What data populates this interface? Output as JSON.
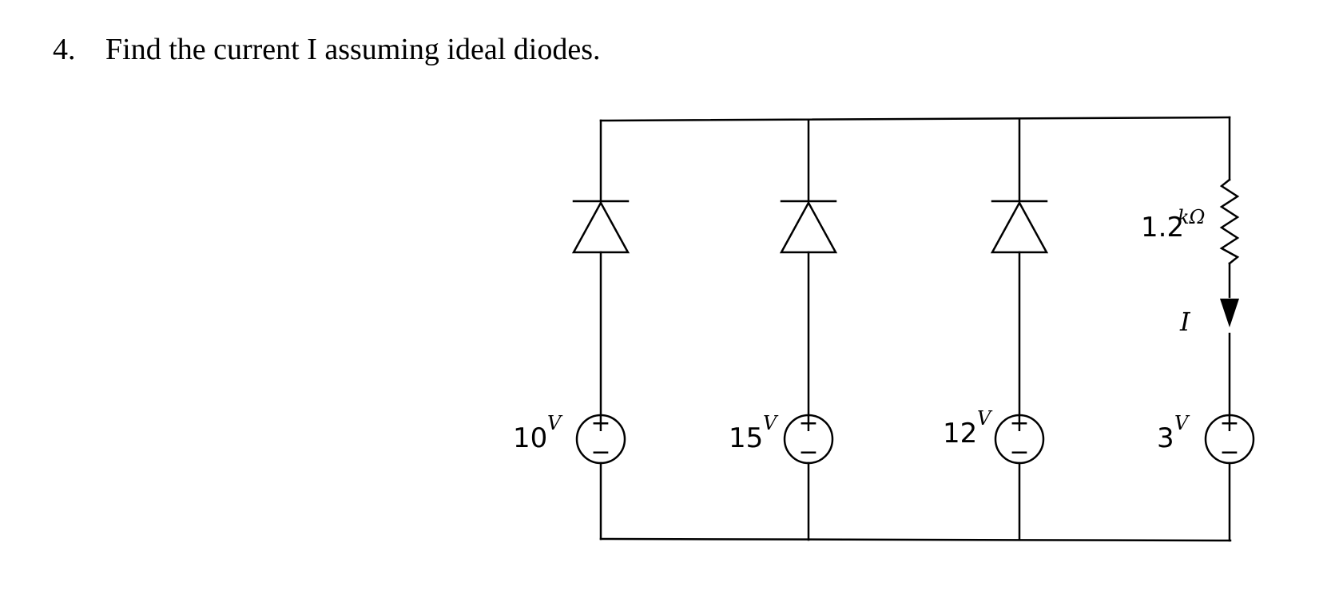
{
  "question": {
    "number": "4.",
    "text": "Find the current I assuming ideal diodes."
  },
  "circuit": {
    "branches": [
      {
        "source_value": "10",
        "source_unit": "V"
      },
      {
        "source_value": "15",
        "source_unit": "V"
      },
      {
        "source_value": "12",
        "source_unit": "V"
      },
      {
        "source_value": "3",
        "source_unit": "V"
      }
    ],
    "resistor": {
      "value": "1.2",
      "unit": "kΩ"
    },
    "current_label": "I",
    "plus_sign": "+",
    "minus_sign": "−"
  }
}
